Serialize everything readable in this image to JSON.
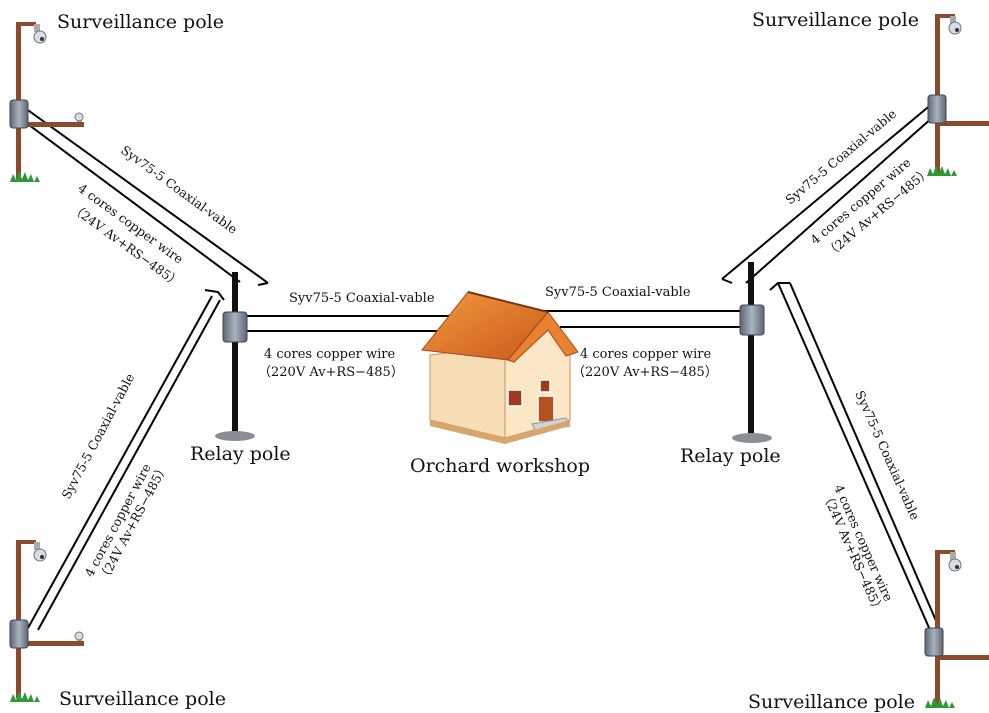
{
  "diagram": {
    "surveillance_pole_label": "Surveillance pole",
    "relay_pole_label": "Relay pole",
    "workshop_label": "Orchard workshop",
    "coax_label": "Syv75-5 Coaxial-vable",
    "copper_label": "4 cores copper wire",
    "power_24v": "（24V Av+RS−485）",
    "power_220v": "（220V Av+RS−485）"
  },
  "colors": {
    "pole_brown": "#8b4a2b",
    "relay_pole": "#111111",
    "junction_box": "#7d8794",
    "grass": "#2e9a35",
    "roof": "#e0762a",
    "wall": "#f6ddb5",
    "cable": "#000000"
  },
  "icons": [
    "dome-camera-icon",
    "junction-box-icon",
    "grass-icon",
    "house-icon"
  ]
}
